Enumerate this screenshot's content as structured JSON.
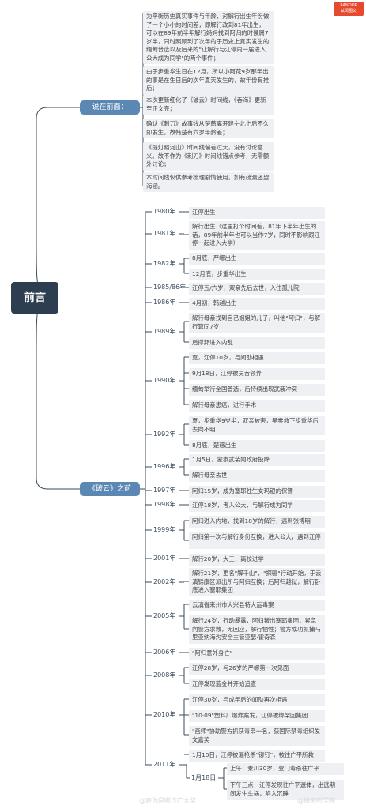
{
  "root": "前言",
  "badge": {
    "line1": "RANOOP",
    "line2": "试阅图文"
  },
  "branch1": {
    "label": "说在前面：",
    "notes": [
      "为平衡历史真实事件与年龄，对解行出生年份做了一个小小的时间差，即解行改到81年出生，可以在89年前半年解行妈妈找到阿归的时候属7岁半，同时照顾到了次年的于历史上真实发生的缅甸普选以及后来的\"让解行与江停同一届进入公大成为同学\"的两个事件；",
      "由于步重华生日在12月，所以小阿花9岁那年出的事是在生日后的次年夏天发生的，故年份有推后；",
      "本次更新细化了《破云》时间线，《吞海》更新至正文完；",
      "确认《刺刀》故事线从楚慈离开建宁北上后不久即发生，故韩楚有六岁年龄差；",
      "《提灯照河山》时间线偏差过大，没有讨论意义。故不作为《刺刀》时间线锚点参考，无需额外讨论；",
      "本时间线仅供参考梳理剧情使用，如有疏漏还望海涵。"
    ]
  },
  "branch2": {
    "label": "《破云》之前",
    "years": [
      {
        "year": "1980年",
        "events": [
          "江停出生"
        ]
      },
      {
        "year": "1981年",
        "events": [
          "解行出生（这里打个时间差，81年下半年出生的话，89年前半年也可以当作7岁，同时不影响跟江停一起进入大学）"
        ]
      },
      {
        "year": "1982年",
        "events": [
          "8月底，严峫出生",
          "12月底，步重华出生"
        ]
      },
      {
        "year": "1985/86年",
        "events": [
          "江停五/六岁，双亲先后去世，入住孤儿院"
        ]
      },
      {
        "year": "1986年",
        "events": [
          "4月初，韩越出生"
        ]
      },
      {
        "year": "1989年",
        "events": [
          "解行母亲找到自己姐姐的儿子，叫他\"阿归\"，与解行算同7岁",
          "后撑邦进入内乱"
        ]
      },
      {
        "year": "1990年",
        "events": [
          "夏，江停10岁，与闻劭相遇",
          "9月18日，江停被吴吞领养",
          "缅甸举行全国普选，后持续出现武装冲突",
          "解行母亲患癌，进行手术"
        ]
      },
      {
        "year": "1992年",
        "events": [
          "夏，步重华9岁半，双亲被害，吴零救下步重华后去向不明",
          "8月底，楚慈出生"
        ]
      },
      {
        "year": "1996年",
        "events": [
          "1月5日，蒙泰武装向政府投降",
          "解行母亲去世"
        ]
      },
      {
        "year": "1997年",
        "events": [
          "阿归15岁，成为塞耶独生女玛银的保镖"
        ]
      },
      {
        "year": "1998年",
        "events": [
          "江停18岁，考入公大，与解行成为同学"
        ]
      },
      {
        "year": "1999年",
        "events": [
          "阿归进入内地，找到18岁的解行，遇到张博明",
          "阿归第一次与解行身份互换，进入公大，遇到江停"
        ]
      },
      {
        "year": "2001年",
        "events": [
          "解行20岁，大三，离校进学"
        ]
      },
      {
        "year": "2002年",
        "events": [
          "解行21岁，更名\"解千山\"，\"探骊\"行动开始，于云滇锦康区派出所与阿归互换；后阿归越狱，解行卧底进入塞耶集团"
        ]
      },
      {
        "year": "2005年",
        "events": [
          "云滇省来州市大兴县特大运毒案",
          "解行24岁，行动暴露，阿归叛出塞耶集团，紧急向警方求救，无回应，解行牺牲；警方成功抓捕马里亚纳海沟安全主管亚瑟·霍奇森"
        ]
      },
      {
        "year": "2006年",
        "events": [
          "\"阿归意外身亡\""
        ]
      },
      {
        "year": "2008年",
        "events": [
          "江停28岁，与26岁的严峫第一次见面",
          "江停发现蓝金并开始追查"
        ]
      },
      {
        "year": "2010年",
        "events": [
          "江停30岁，与成年后的闻劭再次相遇",
          "\"10·09\"塑料厂爆炸案发，江停被绑架回集团",
          "\"画师\"协助警方抓获毒枭一名，获国际禁毒组织发文嘉奖"
        ]
      },
      {
        "year": "2011年",
        "events": [
          "1月10日，江停被逼枪杀\"铆钉\"，被往广平所救"
        ]
      },
      {
        "year": "1月18日",
        "events": [
          "上午：秦川30岁，登门毒杀往广平",
          "下午三点：江停发现往广平遗体，出逃期间发生车祸，陷入沉睡"
        ]
      }
    ]
  },
  "watermarks": [
    "@寄你是哪作广大奖",
    "@搞笑哈学院"
  ]
}
